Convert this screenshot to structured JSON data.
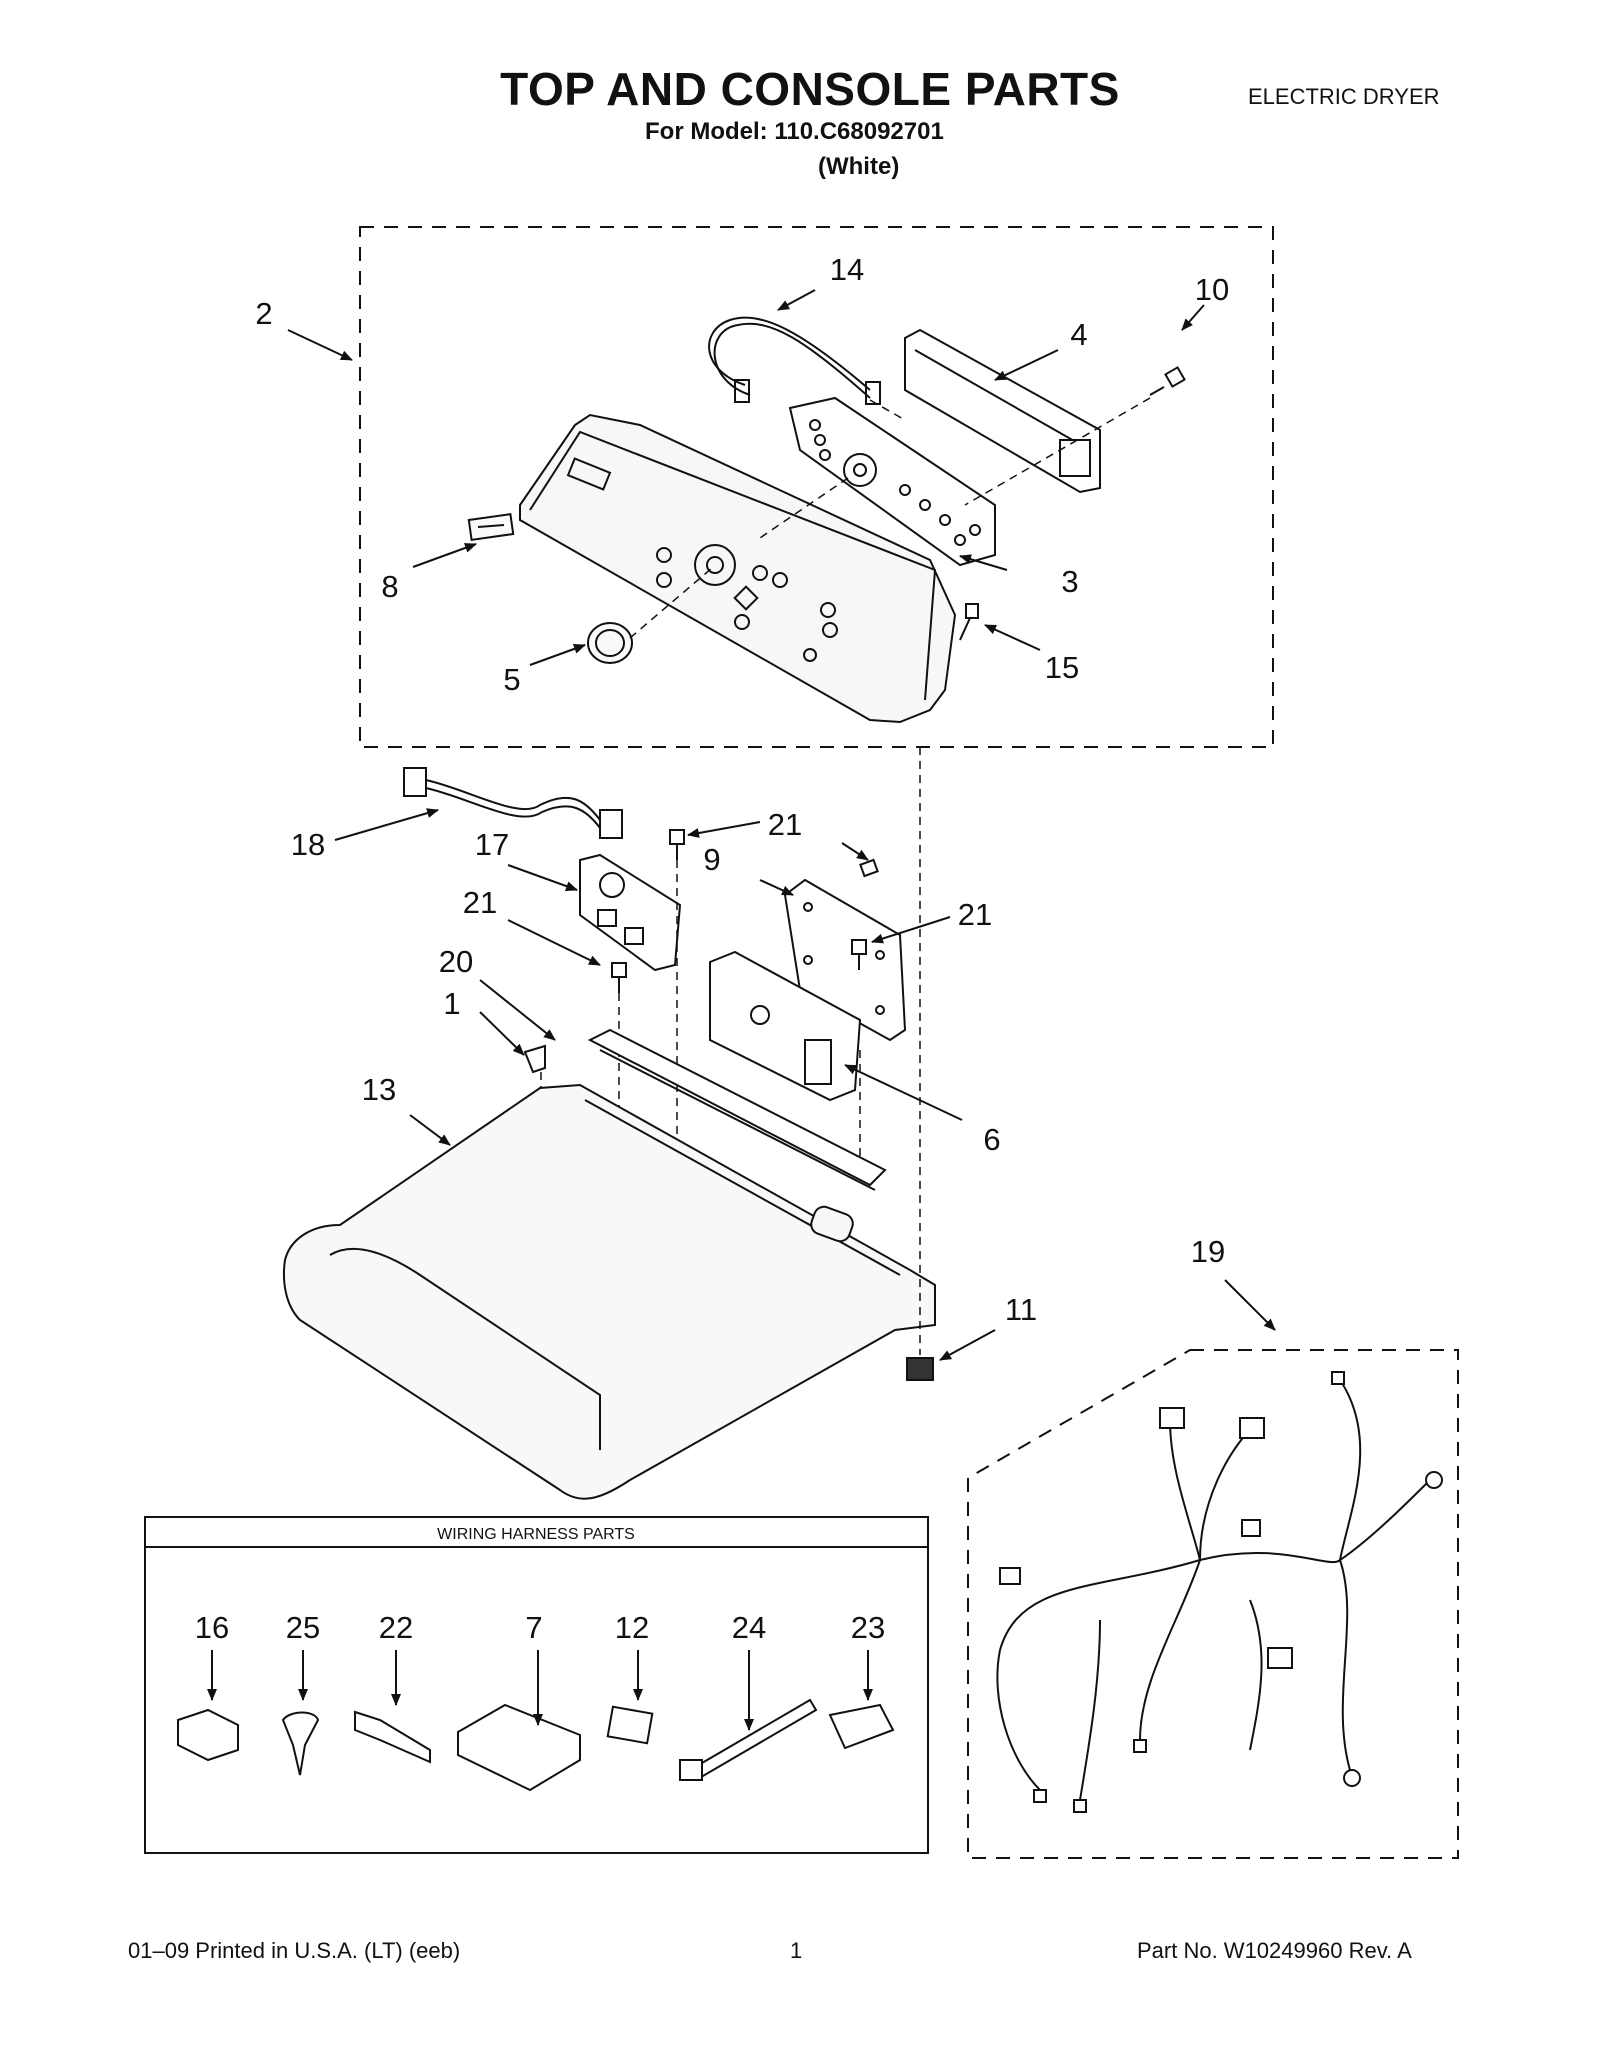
{
  "header": {
    "title": "TOP AND CONSOLE PARTS",
    "model": "For Model: 110.C68092701",
    "color": "(White)",
    "appliance": "ELECTRIC DRYER"
  },
  "harness_box": {
    "title": "WIRING HARNESS PARTS"
  },
  "callouts": [
    "1",
    "2",
    "3",
    "4",
    "5",
    "6",
    "7",
    "8",
    "9",
    "10",
    "11",
    "12",
    "13",
    "14",
    "15",
    "16",
    "17",
    "18",
    "19",
    "20",
    "21",
    "22",
    "23",
    "24",
    "25"
  ],
  "footer": {
    "left": "01–09 Printed in U.S.A. (LT) (eeb)",
    "page": "1",
    "right": "Part No. W10249960 Rev. A"
  }
}
